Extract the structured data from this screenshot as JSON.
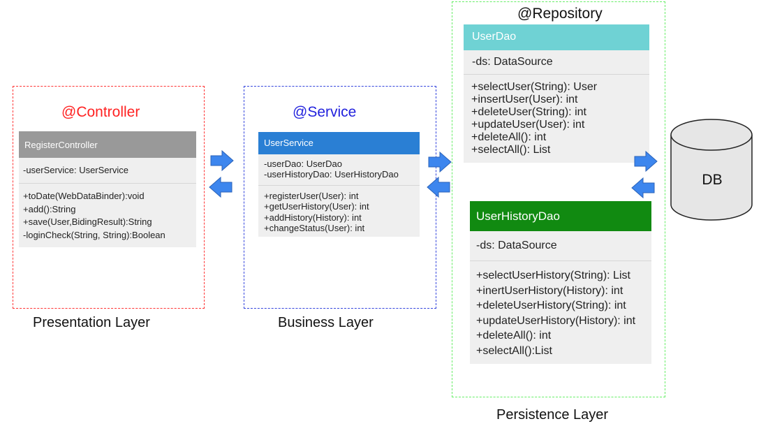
{
  "layers": {
    "presentation": {
      "annotation": "@Controller",
      "label": "Presentation Layer"
    },
    "business": {
      "annotation": "@Service",
      "label": "Business Layer"
    },
    "persistence": {
      "annotation": "@Repository",
      "label": "Persistence Layer"
    }
  },
  "classes": {
    "register_controller": {
      "name": "RegisterController",
      "fields": [
        "-userService: UserService"
      ],
      "methods": [
        "+toDate(WebDataBinder):void",
        "+add():String",
        "+save(User,BidingResult):String",
        "-loginCheck(String, String):Boolean"
      ]
    },
    "user_service": {
      "name": "UserService",
      "fields": [
        "-userDao: UserDao",
        "-userHistoryDao: UserHistoryDao"
      ],
      "methods": [
        "+registerUser(User): int",
        "+getUserHistory(User): int",
        "+addHistory(History): int",
        "+changeStatus(User): int"
      ]
    },
    "user_dao": {
      "name": "UserDao",
      "fields": [
        "-ds: DataSource"
      ],
      "methods": [
        "+selectUser(String): User",
        "+insertUser(User): int",
        "+deleteUser(String): int",
        "+updateUser(User): int",
        "+deleteAll(): int",
        "+selectAll(): List"
      ]
    },
    "user_history_dao": {
      "name": "UserHistoryDao",
      "fields": [
        "-ds: DataSource"
      ],
      "methods": [
        "+selectUserHistory(String): List",
        "+inertUserHistory(History): int",
        "+deleteUserHistory(String): int",
        "+updateUserHistory(History): int",
        "+deleteAll(): int",
        "+selectAll():List"
      ]
    }
  },
  "database": {
    "label": "DB"
  },
  "colors": {
    "controller": "#ff3333",
    "service": "#3344dd",
    "repository": "#66ee66",
    "arrow": "#3d86ee",
    "controller_header": "#999999",
    "service_header": "#2a7fd4",
    "dao_header": "#6fd2d4",
    "history_dao_header": "#118a11"
  }
}
